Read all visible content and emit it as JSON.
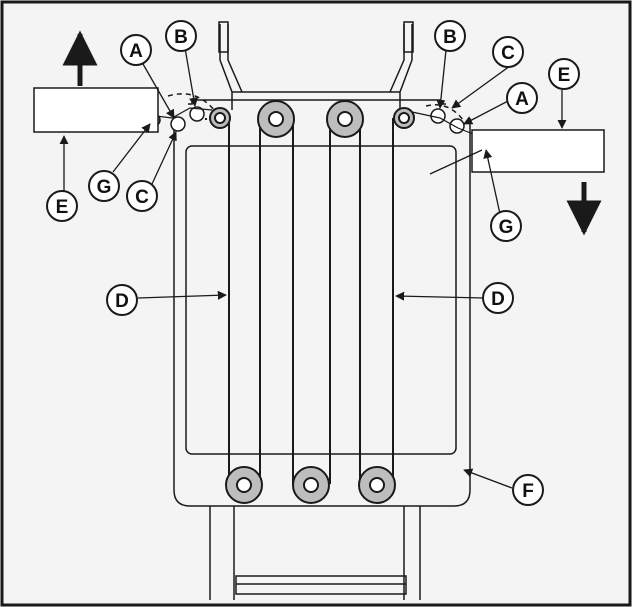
{
  "diagram": {
    "colors": {
      "stroke": "#1a1a1a",
      "pulley_fill": "#bdbdbd",
      "background": "#f4f4f4",
      "callout_fill": "#ffffff"
    },
    "callouts": {
      "a_left": "A",
      "b_left": "B",
      "c_left": "C",
      "e_left": "E",
      "g_left": "G",
      "d_left": "D",
      "b_right": "B",
      "c_right": "C",
      "a_right": "A",
      "e_right": "E",
      "g_right": "G",
      "d_right": "D",
      "f": "F"
    }
  }
}
